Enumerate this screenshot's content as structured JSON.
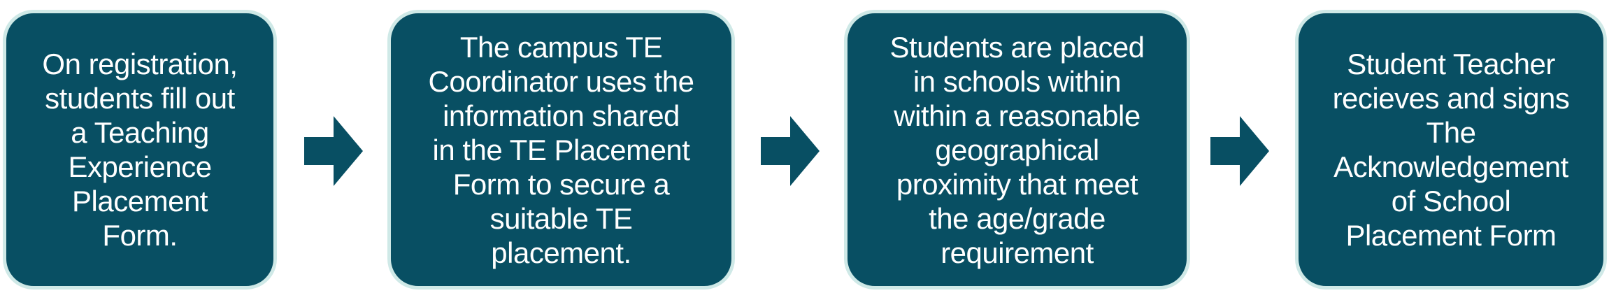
{
  "colors": {
    "box": "#084f63",
    "border": "#cfe9e7",
    "arrow": "#084f63",
    "text": "#ffffff"
  },
  "steps": [
    {
      "lines": [
        "On registration,",
        "students fill out",
        "a Teaching",
        "Experience",
        "Placement",
        "Form."
      ]
    },
    {
      "lines": [
        "The campus TE",
        "Coordinator uses the",
        "information shared",
        "in the TE Placement",
        "Form to secure a",
        "suitable TE",
        "placement."
      ]
    },
    {
      "lines": [
        "Students are placed",
        "in schools within",
        "within a reasonable",
        "geographical",
        "proximity that meet",
        "the age/grade",
        "requirement"
      ]
    },
    {
      "lines": [
        "Student Teacher",
        "recieves and signs",
        "The",
        "Acknowledgement",
        "of School",
        "Placement Form"
      ]
    }
  ]
}
